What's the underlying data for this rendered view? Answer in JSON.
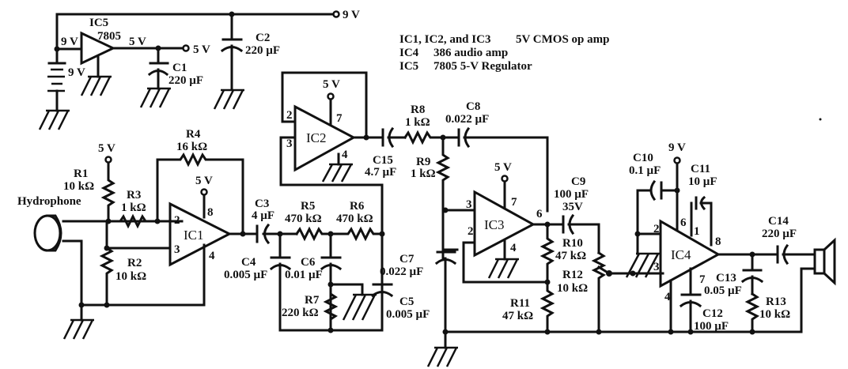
{
  "legend": [
    {
      "ic": "IC1, IC2, and IC3",
      "desc": "5V CMOS op amp"
    },
    {
      "ic": "IC4",
      "desc": "386 audio amp"
    },
    {
      "ic": "IC5",
      "desc": "7805 5-V Regulator"
    }
  ],
  "power": {
    "v9": "9 V",
    "v5": "5 V",
    "battery": "9 V",
    "ic5_in": "9 V",
    "ic5_out": "5 V"
  },
  "ics": {
    "ic1": {
      "name": "IC1",
      "pins": [
        "2",
        "3",
        "8",
        "4"
      ]
    },
    "ic2": {
      "name": "IC2",
      "pins": [
        "2",
        "3",
        "7",
        "4"
      ]
    },
    "ic3": {
      "name": "IC3",
      "pins": [
        "3",
        "2",
        "7",
        "4",
        "6"
      ]
    },
    "ic4": {
      "name": "IC4",
      "pins": [
        "2",
        "3",
        "6",
        "1",
        "8",
        "7",
        "4"
      ]
    },
    "ic5": {
      "name": "IC5",
      "part": "7805"
    }
  },
  "components": {
    "c1": {
      "name": "C1",
      "value": "220 µF"
    },
    "c2": {
      "name": "C2",
      "value": "220 µF"
    },
    "r1": {
      "name": "R1",
      "value": "10 kΩ"
    },
    "r2": {
      "name": "R2",
      "value": "10 kΩ"
    },
    "r3": {
      "name": "R3",
      "value": "1 kΩ"
    },
    "r4": {
      "name": "R4",
      "value": "16 kΩ"
    },
    "c3": {
      "name": "C3",
      "value": "4 µF"
    },
    "c4": {
      "name": "C4",
      "value": "0.005 µF"
    },
    "r5": {
      "name": "R5",
      "value": "470 kΩ"
    },
    "r6": {
      "name": "R6",
      "value": "470 kΩ"
    },
    "c6": {
      "name": "C6",
      "value": "0.01 µF"
    },
    "r7": {
      "name": "R7",
      "value": "220 kΩ"
    },
    "c5": {
      "name": "C5",
      "value": "0.005 µF"
    },
    "c15": {
      "name": "C15",
      "value": "4.7 µF"
    },
    "r8": {
      "name": "R8",
      "value": "1 kΩ"
    },
    "c8": {
      "name": "C8",
      "value": "0.022 µF"
    },
    "r9": {
      "name": "R9",
      "value": "1 kΩ"
    },
    "c7": {
      "name": "C7",
      "value": "0.022 µF"
    },
    "c9": {
      "name": "C9",
      "value": "100 µF",
      "rating": "35V"
    },
    "r10": {
      "name": "R10",
      "value": "47 kΩ"
    },
    "r11": {
      "name": "R11",
      "value": "47 kΩ"
    },
    "r12": {
      "name": "R12",
      "value": "10 kΩ"
    },
    "c10": {
      "name": "C10",
      "value": "0.1 µF"
    },
    "c11": {
      "name": "C11",
      "value": "10 µF"
    },
    "c12": {
      "name": "C12",
      "value": "100 µF"
    },
    "c13": {
      "name": "C13",
      "value": "0.05 µF"
    },
    "r13": {
      "name": "R13",
      "value": "10 kΩ"
    },
    "c14": {
      "name": "C14",
      "value": "220 µF"
    }
  },
  "hydrophone": {
    "label": "Hydrophone"
  }
}
